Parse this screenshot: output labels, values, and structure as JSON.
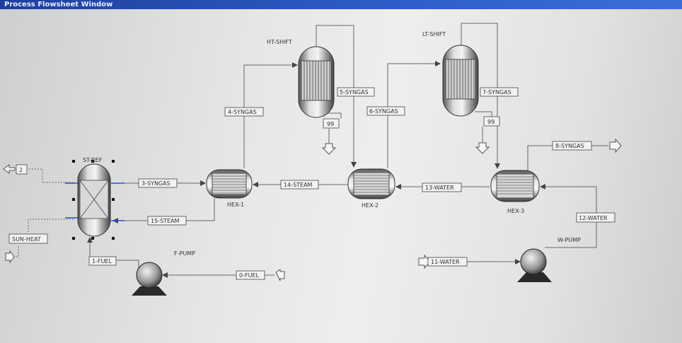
{
  "window": {
    "title": "Process Flowsheet Window"
  },
  "blocks": {
    "reactor": "ST-REF",
    "ht_shift": "HT-SHIFT",
    "lt_shift": "LT-SHIFT",
    "hex1": "HEX-1",
    "hex2": "HEX-2",
    "hex3": "HEX-3",
    "fpump": "F-PUMP",
    "wpump": "W-PUMP"
  },
  "streams": {
    "s0": "0-FUEL",
    "s1": "1-FUEL",
    "s2": "2",
    "s3": "3-SYNGAS",
    "s4": "4-SYNGAS",
    "s5": "5-SYNGAS",
    "s6": "6-SYNGAS",
    "s7": "7-SYNGAS",
    "s8": "8-SYNGAS",
    "s11": "11-WATER",
    "s12": "12-WATER",
    "s13": "13-WATER",
    "s14": "14-STEAM",
    "s15": "15-STEAM",
    "heat": "SUN-HEAT",
    "s99a": "99",
    "s99b": "99"
  }
}
